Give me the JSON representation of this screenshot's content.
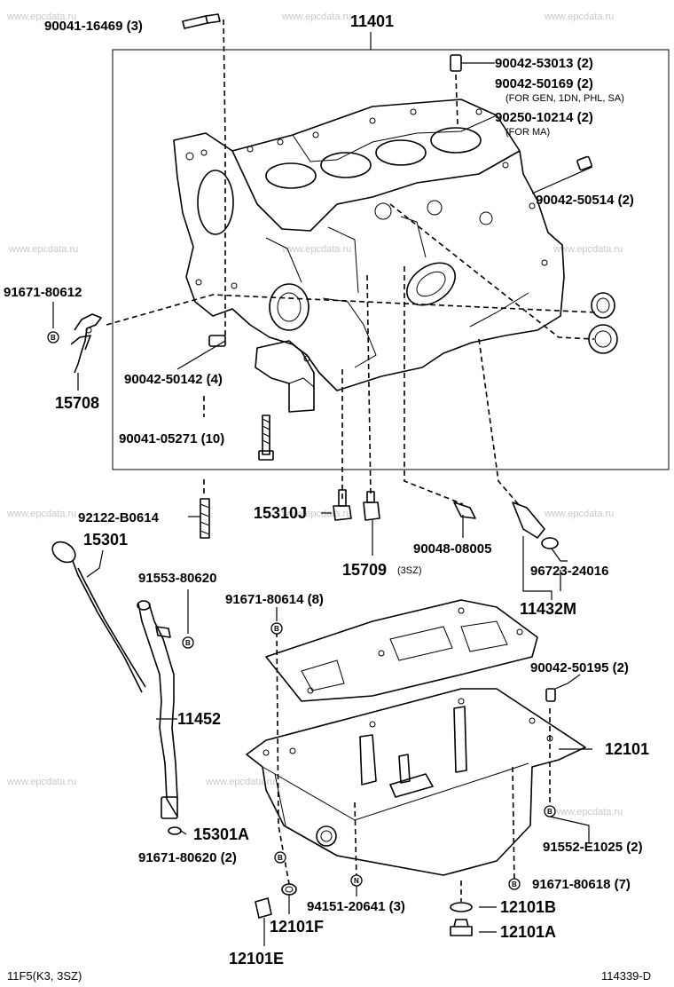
{
  "watermark": "www.epcdata.ru",
  "footer": {
    "left_code": "11F5(K3, 3SZ)",
    "right_code": "114339-D"
  },
  "box_title": "11401",
  "labels": {
    "p_90041_16469": "90041-16469 (3)",
    "p_90042_53013": "90042-53013 (2)",
    "p_90042_50169": "90042-50169 (2)",
    "note_gen": "(FOR GEN, 1DN, PHL, SA)",
    "p_90250_10214": "90250-10214 (2)",
    "note_ma": "(FOR MA)",
    "p_90042_50514": "90042-50514 (2)",
    "p_91671_80612": "91671-80612",
    "p_90042_50142": "90042-50142 (4)",
    "p_15708": "15708",
    "p_90041_05271": "90041-05271 (10)",
    "p_92122_b0614": "92122-B0614",
    "p_15310j": "15310J",
    "p_15709": "15709",
    "note_3sz": "(3SZ)",
    "p_90048_08005": "90048-08005",
    "p_96723_24016": "96723-24016",
    "p_11432m": "11432M",
    "p_15301": "15301",
    "p_91553_80620": "91553-80620",
    "p_91671_80614": "91671-80614 (8)",
    "p_90042_50195": "90042-50195 (2)",
    "p_11452": "11452",
    "p_12101": "12101",
    "p_15301a": "15301A",
    "p_91671_80620": "91671-80620 (2)",
    "p_91552_e1025": "91552-E1025 (2)",
    "p_94151_20641": "94151-20641 (3)",
    "p_91671_80618": "91671-80618 (7)",
    "p_12101b": "12101B",
    "p_12101f": "12101F",
    "p_12101a": "12101A",
    "p_12101e": "12101E"
  },
  "markers": {
    "b": "B",
    "n": "N"
  }
}
